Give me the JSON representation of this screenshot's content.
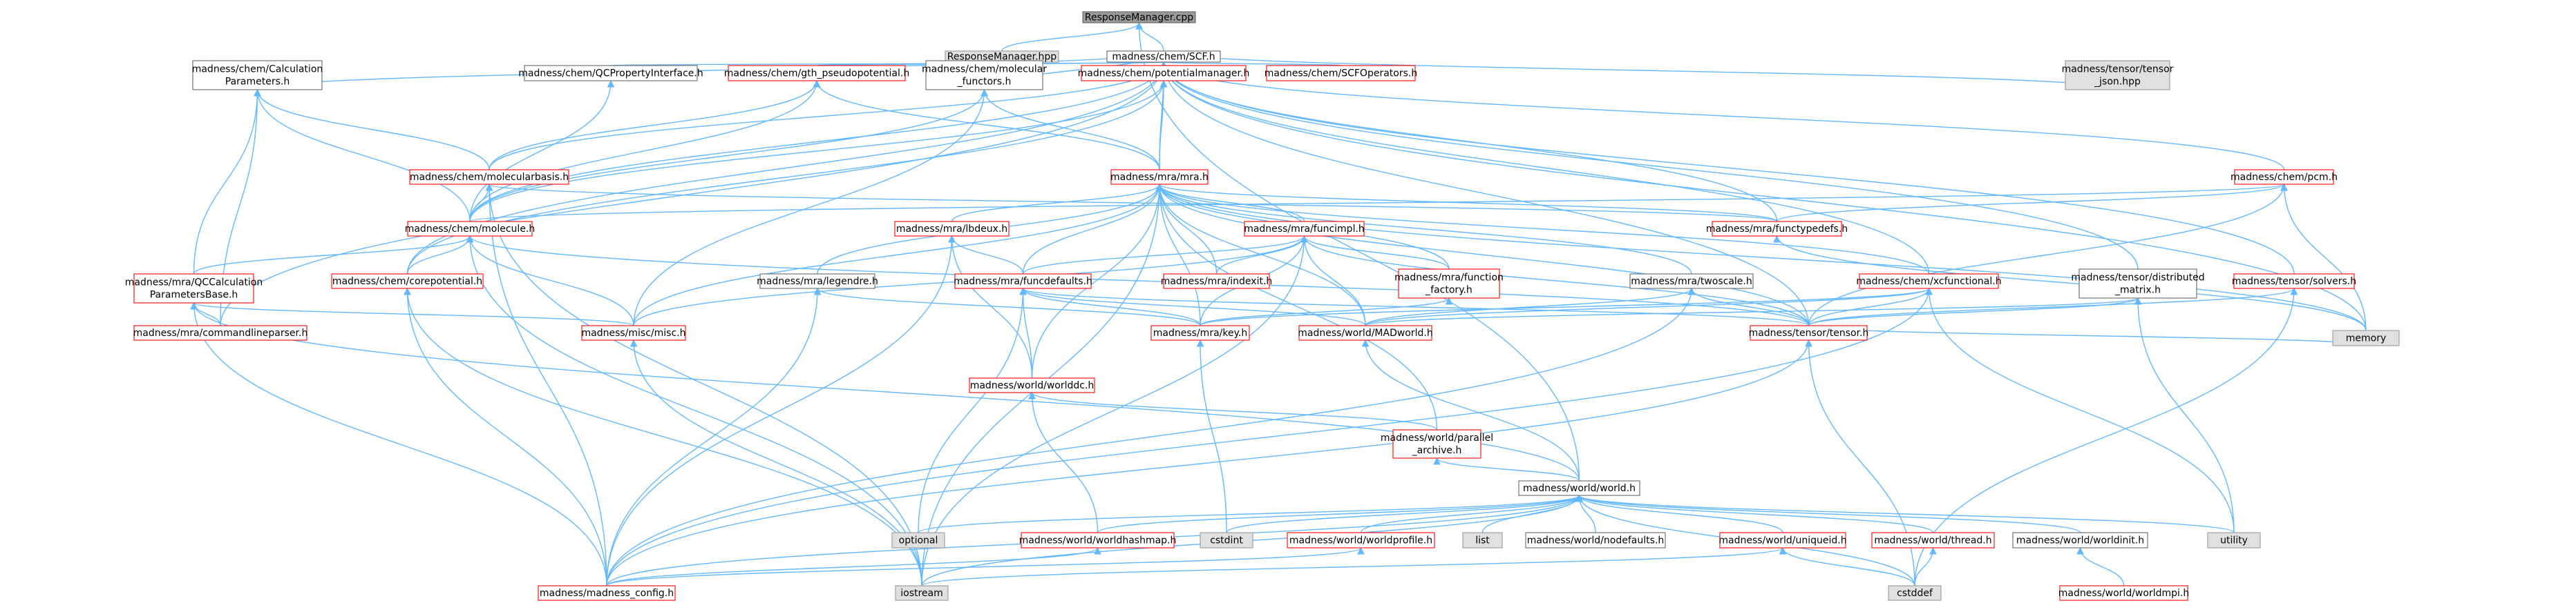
{
  "colors": {
    "edge": "#63b8ff",
    "root_fill": "#999999",
    "header_fill": "#ffffff",
    "header_border": "#ff0000",
    "leaf_fill": "#e0e0e0",
    "leaf_border": "#999999",
    "plain_border": "#666666",
    "text": "#000000"
  },
  "nodes": [
    {
      "id": "root",
      "lines": [
        "ResponseManager.cpp"
      ],
      "kind": "root"
    },
    {
      "id": "rmhpp",
      "lines": [
        "ResponseManager.hpp"
      ],
      "kind": "leaf"
    },
    {
      "id": "scf",
      "lines": [
        "madness/chem/SCF.h"
      ],
      "kind": "plain"
    },
    {
      "id": "calcparams",
      "lines": [
        "madness/chem/Calculation",
        "Parameters.h"
      ],
      "kind": "plain"
    },
    {
      "id": "qcprop",
      "lines": [
        "madness/chem/QCPropertyInterface.h"
      ],
      "kind": "plain"
    },
    {
      "id": "gth",
      "lines": [
        "madness/chem/gth_pseudopotential.h"
      ],
      "kind": "header"
    },
    {
      "id": "molfunctors",
      "lines": [
        "madness/chem/molecular",
        "_functors.h"
      ],
      "kind": "plain"
    },
    {
      "id": "potmgr",
      "lines": [
        "madness/chem/potentialmanager.h"
      ],
      "kind": "header"
    },
    {
      "id": "scfops",
      "lines": [
        "madness/chem/SCFOperators.h"
      ],
      "kind": "header"
    },
    {
      "id": "tensorjson",
      "lines": [
        "madness/tensor/tensor",
        "_json.hpp"
      ],
      "kind": "leaf"
    },
    {
      "id": "pcm",
      "lines": [
        "madness/chem/pcm.h"
      ],
      "kind": "header"
    },
    {
      "id": "molbasis",
      "lines": [
        "madness/chem/molecularbasis.h"
      ],
      "kind": "header"
    },
    {
      "id": "mra",
      "lines": [
        "madness/mra/mra.h"
      ],
      "kind": "header"
    },
    {
      "id": "molecule",
      "lines": [
        "madness/chem/molecule.h"
      ],
      "kind": "header"
    },
    {
      "id": "lbdeux",
      "lines": [
        "madness/mra/lbdeux.h"
      ],
      "kind": "header"
    },
    {
      "id": "funcimpl",
      "lines": [
        "madness/mra/funcimpl.h"
      ],
      "kind": "header"
    },
    {
      "id": "functypedefs",
      "lines": [
        "madness/mra/functypedefs.h"
      ],
      "kind": "header"
    },
    {
      "id": "qccalc",
      "lines": [
        "madness/mra/QCCalculation",
        "ParametersBase.h"
      ],
      "kind": "header"
    },
    {
      "id": "corepot",
      "lines": [
        "madness/chem/corepotential.h"
      ],
      "kind": "header"
    },
    {
      "id": "legendre",
      "lines": [
        "madness/mra/legendre.h"
      ],
      "kind": "plain"
    },
    {
      "id": "funcdefaults",
      "lines": [
        "madness/mra/funcdefaults.h"
      ],
      "kind": "header"
    },
    {
      "id": "indexit",
      "lines": [
        "madness/mra/indexit.h"
      ],
      "kind": "header"
    },
    {
      "id": "funcfactory",
      "lines": [
        "madness/mra/function",
        "_factory.h"
      ],
      "kind": "header"
    },
    {
      "id": "twoscale",
      "lines": [
        "madness/mra/twoscale.h"
      ],
      "kind": "plain"
    },
    {
      "id": "xcfunc",
      "lines": [
        "madness/chem/xcfunctional.h"
      ],
      "kind": "header"
    },
    {
      "id": "distmatrix",
      "lines": [
        "madness/tensor/distributed",
        "_matrix.h"
      ],
      "kind": "plain"
    },
    {
      "id": "solvers",
      "lines": [
        "madness/tensor/solvers.h"
      ],
      "kind": "header"
    },
    {
      "id": "cmdparser",
      "lines": [
        "madness/mra/commandlineparser.h"
      ],
      "kind": "header"
    },
    {
      "id": "misc",
      "lines": [
        "madness/misc/misc.h"
      ],
      "kind": "header"
    },
    {
      "id": "key",
      "lines": [
        "madness/mra/key.h"
      ],
      "kind": "header"
    },
    {
      "id": "madworld",
      "lines": [
        "madness/world/MADworld.h"
      ],
      "kind": "header"
    },
    {
      "id": "tensor",
      "lines": [
        "madness/tensor/tensor.h"
      ],
      "kind": "header"
    },
    {
      "id": "memory",
      "lines": [
        "memory"
      ],
      "kind": "leaf"
    },
    {
      "id": "worlddc",
      "lines": [
        "madness/world/worlddc.h"
      ],
      "kind": "header"
    },
    {
      "id": "parallel",
      "lines": [
        "madness/world/parallel",
        "_archive.h"
      ],
      "kind": "header"
    },
    {
      "id": "world",
      "lines": [
        "madness/world/world.h"
      ],
      "kind": "plain"
    },
    {
      "id": "optional",
      "lines": [
        "optional"
      ],
      "kind": "leaf"
    },
    {
      "id": "hashmap",
      "lines": [
        "madness/world/worldhashmap.h"
      ],
      "kind": "header"
    },
    {
      "id": "cstdint",
      "lines": [
        "cstdint"
      ],
      "kind": "leaf"
    },
    {
      "id": "profile",
      "lines": [
        "madness/world/worldprofile.h"
      ],
      "kind": "header"
    },
    {
      "id": "list",
      "lines": [
        "list"
      ],
      "kind": "leaf"
    },
    {
      "id": "nodefaults",
      "lines": [
        "madness/world/nodefaults.h"
      ],
      "kind": "plain"
    },
    {
      "id": "uniqueid",
      "lines": [
        "madness/world/uniqueid.h"
      ],
      "kind": "header"
    },
    {
      "id": "thread",
      "lines": [
        "madness/world/thread.h"
      ],
      "kind": "header"
    },
    {
      "id": "worldinit",
      "lines": [
        "madness/world/worldinit.h"
      ],
      "kind": "plain"
    },
    {
      "id": "utility",
      "lines": [
        "utility"
      ],
      "kind": "leaf"
    },
    {
      "id": "config",
      "lines": [
        "madness/madness_config.h"
      ],
      "kind": "header"
    },
    {
      "id": "iostream",
      "lines": [
        "iostream"
      ],
      "kind": "leaf"
    },
    {
      "id": "cstddef",
      "lines": [
        "cstddef"
      ],
      "kind": "leaf"
    },
    {
      "id": "worldmpi",
      "lines": [
        "madness/world/worldmpi.h"
      ],
      "kind": "header"
    }
  ],
  "edges": [
    [
      "root",
      "rmhpp"
    ],
    [
      "root",
      "scf"
    ],
    [
      "root",
      "world"
    ],
    [
      "scf",
      "calcparams"
    ],
    [
      "scf",
      "qcprop"
    ],
    [
      "scf",
      "gth"
    ],
    [
      "scf",
      "molfunctors"
    ],
    [
      "scf",
      "potmgr"
    ],
    [
      "scf",
      "scfops"
    ],
    [
      "scf",
      "tensorjson"
    ],
    [
      "scf",
      "pcm"
    ],
    [
      "scf",
      "molbasis"
    ],
    [
      "scf",
      "mra"
    ],
    [
      "scf",
      "molecule"
    ],
    [
      "scf",
      "corepot"
    ],
    [
      "scf",
      "xcfunc"
    ],
    [
      "scf",
      "distmatrix"
    ],
    [
      "scf",
      "solvers"
    ],
    [
      "scf",
      "cmdparser"
    ],
    [
      "scf",
      "memory"
    ],
    [
      "scf",
      "tensor"
    ],
    [
      "scf",
      "functypedefs"
    ],
    [
      "calcparams",
      "molbasis"
    ],
    [
      "calcparams",
      "molecule"
    ],
    [
      "calcparams",
      "qccalc"
    ],
    [
      "calcparams",
      "cmdparser"
    ],
    [
      "qcprop",
      "molecule"
    ],
    [
      "gth",
      "molbasis"
    ],
    [
      "gth",
      "mra"
    ],
    [
      "gth",
      "molecule"
    ],
    [
      "molfunctors",
      "mra"
    ],
    [
      "molfunctors",
      "molecule"
    ],
    [
      "molfunctors",
      "misc"
    ],
    [
      "potmgr",
      "mra"
    ],
    [
      "potmgr",
      "molecule"
    ],
    [
      "potmgr",
      "corepot"
    ],
    [
      "pcm",
      "molecule"
    ],
    [
      "pcm",
      "functypedefs"
    ],
    [
      "pcm",
      "tensor"
    ],
    [
      "pcm",
      "memory"
    ],
    [
      "molbasis",
      "molecule"
    ],
    [
      "molbasis",
      "config"
    ],
    [
      "molbasis",
      "iostream"
    ],
    [
      "molbasis",
      "functypedefs"
    ],
    [
      "mra",
      "lbdeux"
    ],
    [
      "mra",
      "funcimpl"
    ],
    [
      "mra",
      "functypedefs"
    ],
    [
      "mra",
      "legendre"
    ],
    [
      "mra",
      "funcdefaults"
    ],
    [
      "mra",
      "indexit"
    ],
    [
      "mra",
      "funcfactory"
    ],
    [
      "mra",
      "twoscale"
    ],
    [
      "mra",
      "key"
    ],
    [
      "mra",
      "madworld"
    ],
    [
      "mra",
      "tensor"
    ],
    [
      "mra",
      "worlddc"
    ],
    [
      "mra",
      "parallel"
    ],
    [
      "mra",
      "misc"
    ],
    [
      "mra",
      "xcfunc"
    ],
    [
      "mra",
      "memory"
    ],
    [
      "mra",
      "iostream"
    ],
    [
      "molecule",
      "qccalc"
    ],
    [
      "molecule",
      "corepot"
    ],
    [
      "molecule",
      "misc"
    ],
    [
      "molecule",
      "iostream"
    ],
    [
      "molecule",
      "tensor"
    ],
    [
      "lbdeux",
      "funcdefaults"
    ],
    [
      "lbdeux",
      "worlddc"
    ],
    [
      "lbdeux",
      "config"
    ],
    [
      "funcimpl",
      "funcdefaults"
    ],
    [
      "funcimpl",
      "indexit"
    ],
    [
      "funcimpl",
      "funcfactory"
    ],
    [
      "funcimpl",
      "key"
    ],
    [
      "funcimpl",
      "madworld"
    ],
    [
      "funcimpl",
      "tensor"
    ],
    [
      "funcimpl",
      "iostream"
    ],
    [
      "funcimpl",
      "misc"
    ],
    [
      "functypedefs",
      "memory"
    ],
    [
      "qccalc",
      "cmdparser"
    ],
    [
      "qccalc",
      "world"
    ],
    [
      "qccalc",
      "config"
    ],
    [
      "qccalc",
      "misc"
    ],
    [
      "corepot",
      "config"
    ],
    [
      "corepot",
      "iostream"
    ],
    [
      "legendre",
      "key"
    ],
    [
      "legendre",
      "config"
    ],
    [
      "funcdefaults",
      "key"
    ],
    [
      "funcdefaults",
      "worlddc"
    ],
    [
      "funcdefaults",
      "madworld"
    ],
    [
      "funcdefaults",
      "tensor"
    ],
    [
      "funcdefaults",
      "optional"
    ],
    [
      "funcfactory",
      "key"
    ],
    [
      "twoscale",
      "tensor"
    ],
    [
      "twoscale",
      "madworld"
    ],
    [
      "twoscale",
      "config"
    ],
    [
      "xcfunc",
      "madworld"
    ],
    [
      "xcfunc",
      "tensor"
    ],
    [
      "xcfunc",
      "key"
    ],
    [
      "xcfunc",
      "utility"
    ],
    [
      "xcfunc",
      "config"
    ],
    [
      "distmatrix",
      "madworld"
    ],
    [
      "distmatrix",
      "tensor"
    ],
    [
      "distmatrix",
      "utility"
    ],
    [
      "solvers",
      "tensor"
    ],
    [
      "solvers",
      "cstddef"
    ],
    [
      "misc",
      "iostream"
    ],
    [
      "key",
      "cstdint"
    ],
    [
      "madworld",
      "world"
    ],
    [
      "tensor",
      "memory"
    ],
    [
      "tensor",
      "config"
    ],
    [
      "tensor",
      "cstddef"
    ],
    [
      "worlddc",
      "hashmap"
    ],
    [
      "worlddc",
      "parallel"
    ],
    [
      "parallel",
      "world"
    ],
    [
      "world",
      "optional"
    ],
    [
      "world",
      "hashmap"
    ],
    [
      "world",
      "cstdint"
    ],
    [
      "world",
      "profile"
    ],
    [
      "world",
      "list"
    ],
    [
      "world",
      "nodefaults"
    ],
    [
      "world",
      "uniqueid"
    ],
    [
      "world",
      "thread"
    ],
    [
      "world",
      "worldinit"
    ],
    [
      "world",
      "utility"
    ],
    [
      "world",
      "config"
    ],
    [
      "world",
      "iostream"
    ],
    [
      "world",
      "cstddef"
    ],
    [
      "profile",
      "config"
    ],
    [
      "uniqueid",
      "cstddef"
    ],
    [
      "uniqueid",
      "iostream"
    ],
    [
      "thread",
      "cstddef"
    ],
    [
      "worldinit",
      "worldmpi"
    ],
    [
      "hashmap",
      "config"
    ]
  ]
}
